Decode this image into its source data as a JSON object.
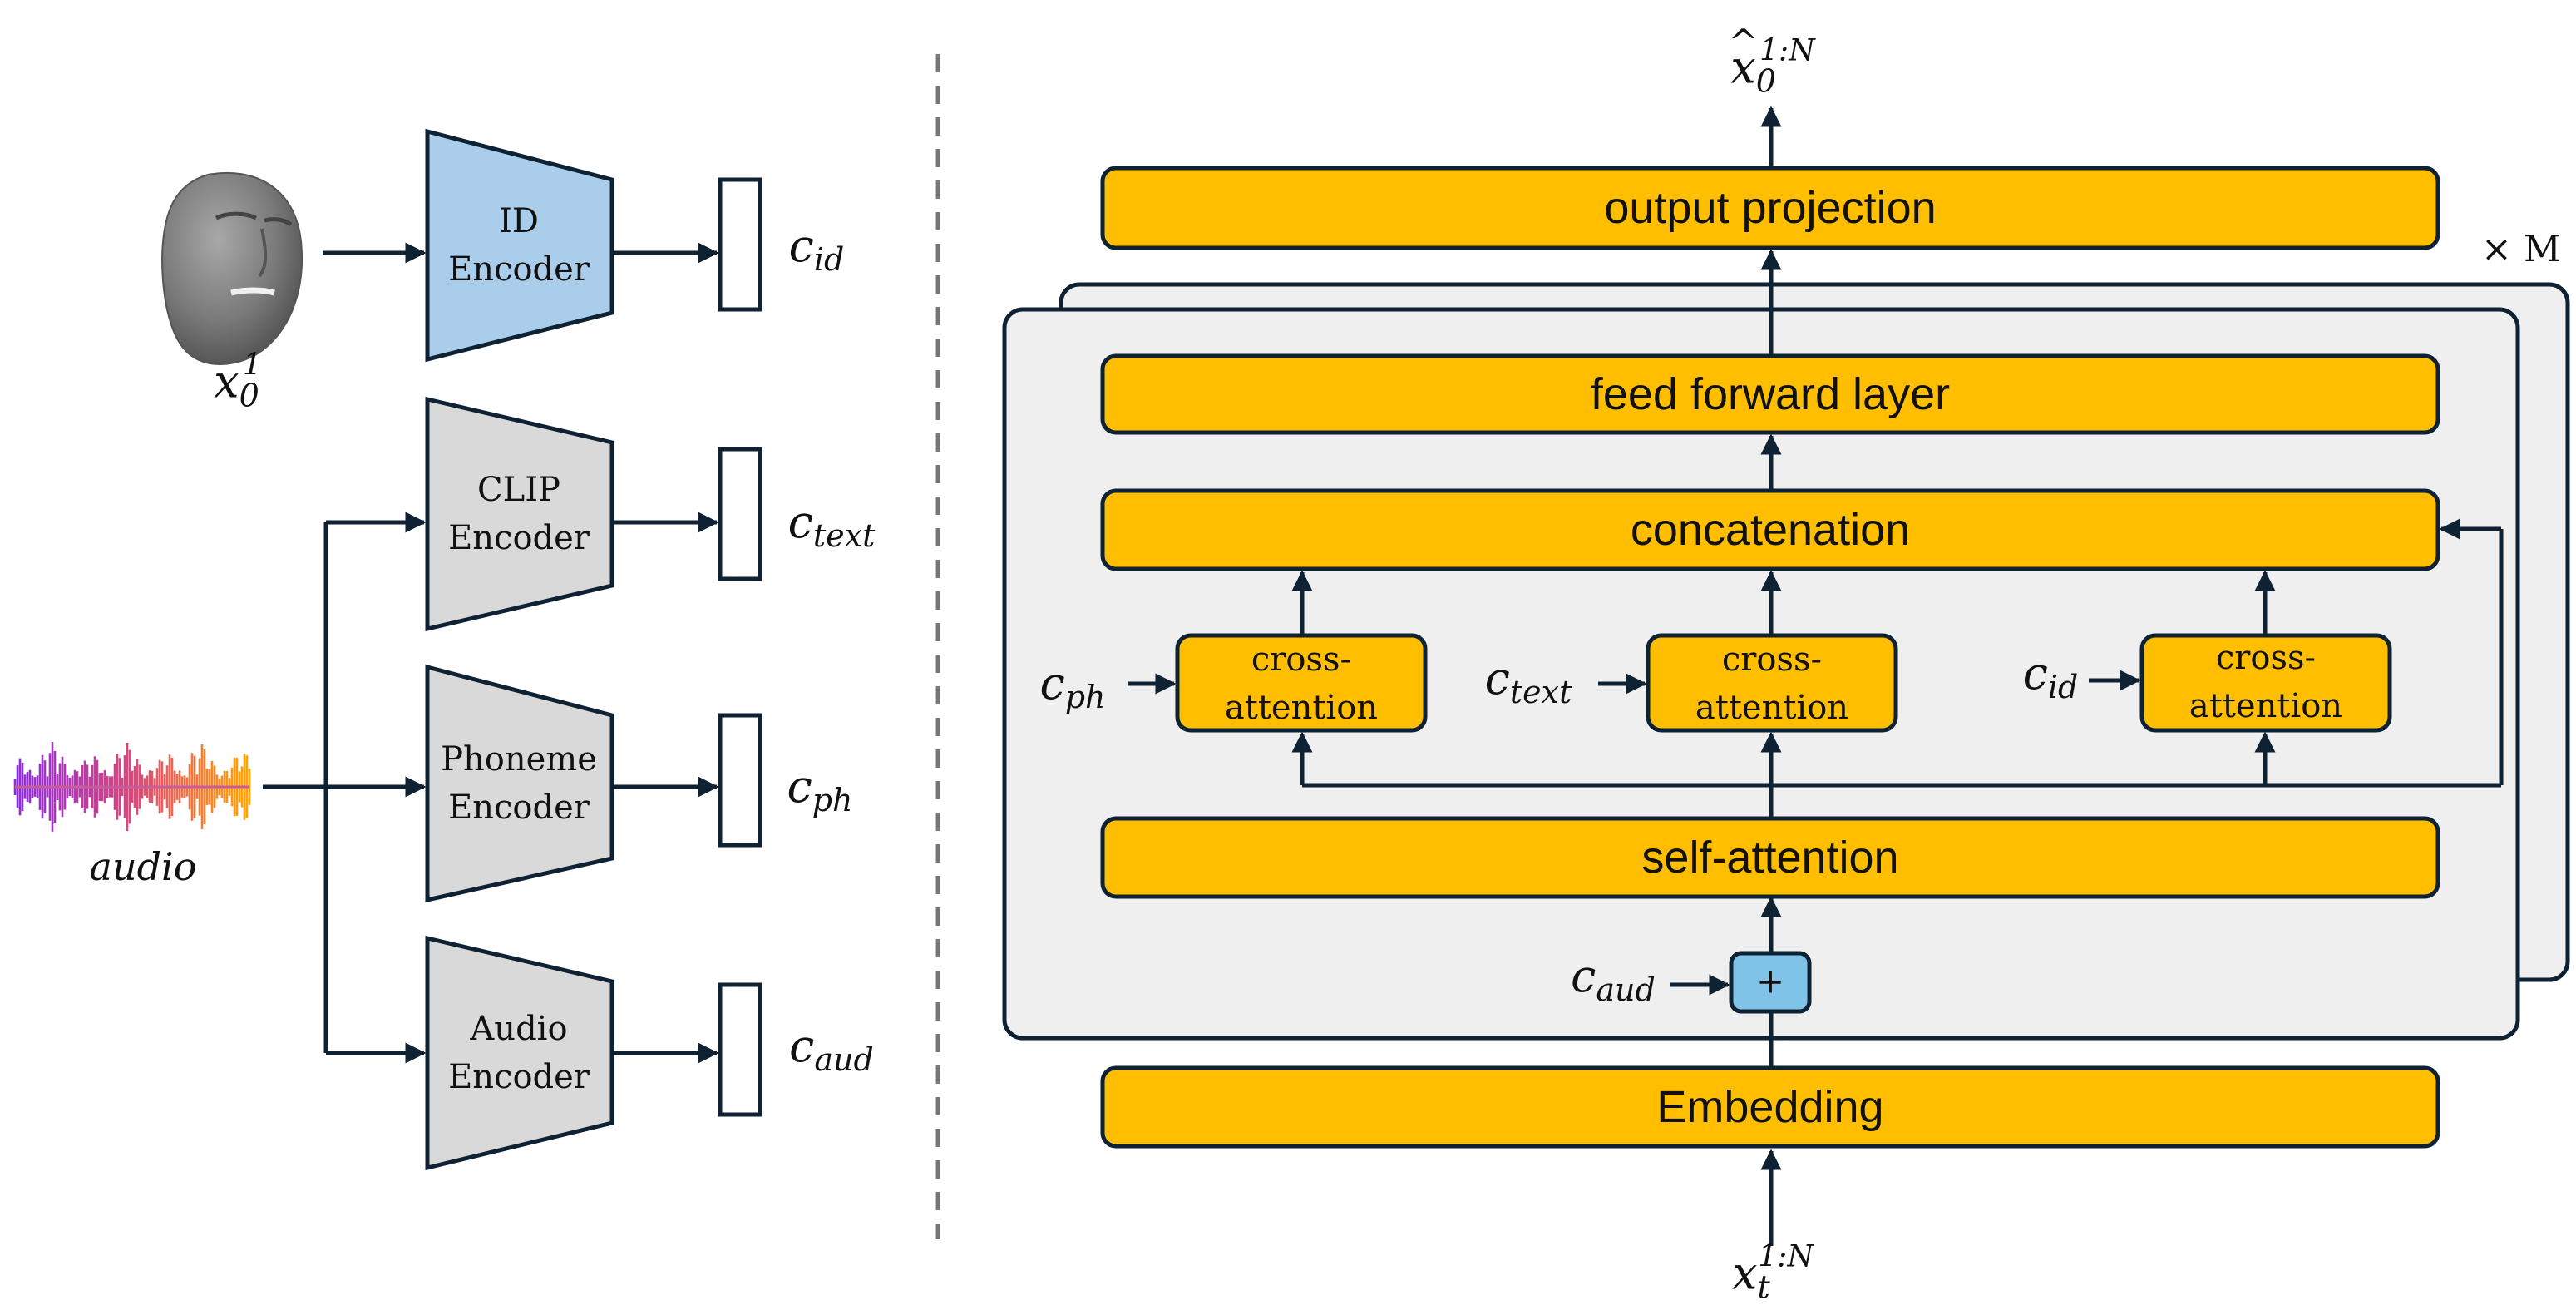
{
  "colors": {
    "orange": "#FFBE00",
    "stroke": "#0f2233",
    "id_encoder": "#a9cdea",
    "encoder_gray": "#d9d9d9",
    "panel_gray": "#efefef",
    "plus_box": "#7fc4e8",
    "audio_start": "#8a2be2",
    "audio_mid": "#e0457b",
    "audio_end": "#ffa500"
  },
  "icons": {
    "face": "face-mesh-icon",
    "audio": "audio-waveform-icon"
  },
  "left": {
    "face_label": {
      "base": "x",
      "sub": "0",
      "sup": "1"
    },
    "audio_label": "audio",
    "encoders": [
      {
        "line1": "ID",
        "line2": "Encoder",
        "output": {
          "base": "c",
          "sub": "id"
        }
      },
      {
        "line1": "CLIP",
        "line2": "Encoder",
        "output": {
          "base": "c",
          "sub": "text"
        }
      },
      {
        "line1": "Phoneme",
        "line2": "Encoder",
        "output": {
          "base": "c",
          "sub": "ph"
        }
      },
      {
        "line1": "Audio",
        "line2": "Encoder",
        "output": {
          "base": "c",
          "sub": "aud"
        }
      }
    ]
  },
  "right": {
    "output_label": {
      "base": "x",
      "sub": "0",
      "sup": "1:N"
    },
    "input_label": {
      "base": "x",
      "sub": "t",
      "sup": "1:N"
    },
    "repeat_label": "× M",
    "blocks": {
      "output_projection": "output projection",
      "feed_forward": "feed forward layer",
      "concatenation": "concatenation",
      "self_attention": "self-attention",
      "embedding": "Embedding"
    },
    "cross_attention": [
      {
        "line1": "cross-",
        "line2": "attention",
        "cond": {
          "base": "c",
          "sub": "ph"
        }
      },
      {
        "line1": "cross-",
        "line2": "attention",
        "cond": {
          "base": "c",
          "sub": "text"
        }
      },
      {
        "line1": "cross-",
        "line2": "attention",
        "cond": {
          "base": "c",
          "sub": "id"
        }
      }
    ],
    "add_cond": {
      "base": "c",
      "sub": "aud"
    },
    "plus_symbol": "+"
  }
}
